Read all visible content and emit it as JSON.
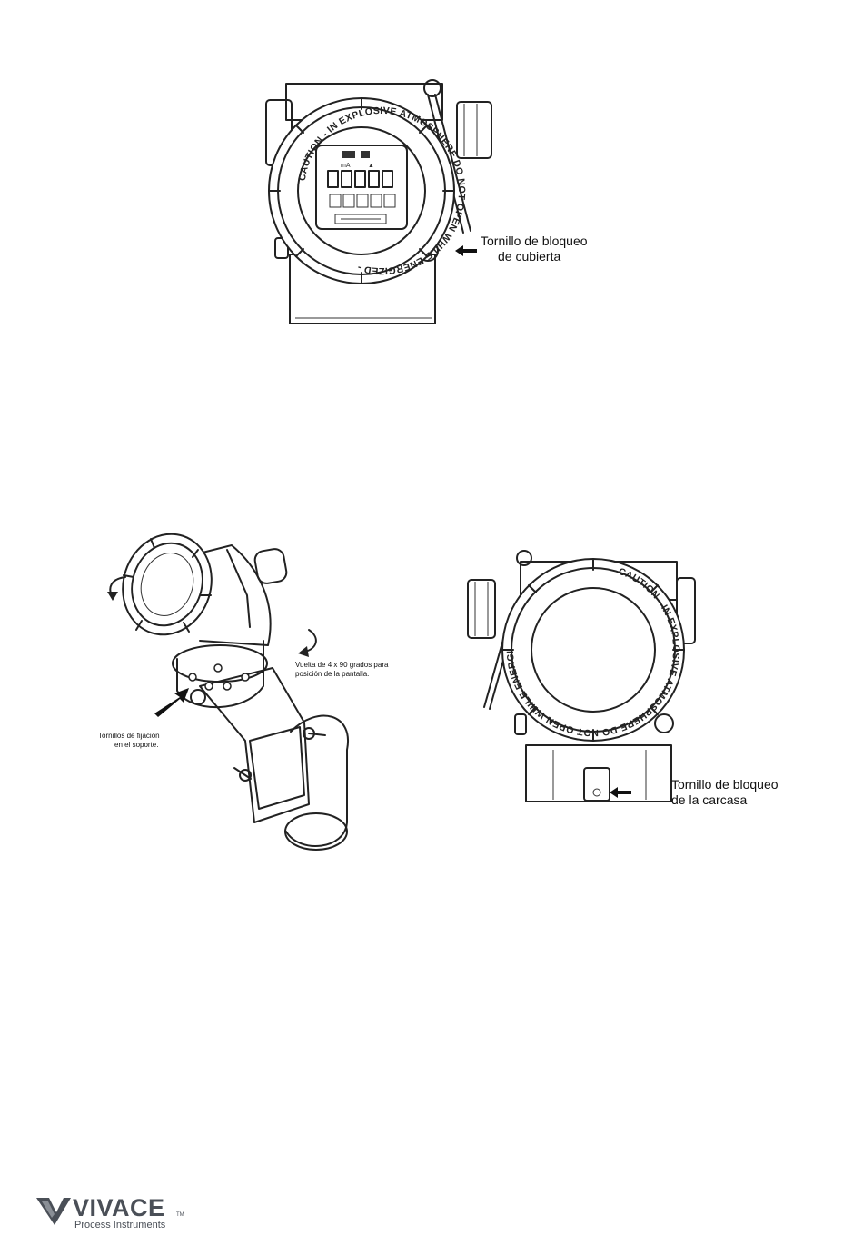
{
  "figure_top": {
    "caution_text": "CAUTION - IN EXPLOSIVE ATMOSPHERE DO NOT OPEN WHILE ENERGIZED -",
    "callout": {
      "line1": "Tornillo de bloqueo",
      "line2": "de cubierta"
    }
  },
  "figure_bottom_left": {
    "rotation_note": {
      "line1": "Vuelta de 4 x 90 grados para",
      "line2": "posición de la pantalla."
    },
    "bracket_note": {
      "line1": "Tornillos de fijación",
      "line2": "en el soporte."
    }
  },
  "figure_bottom_right": {
    "caution_text": "CAUTION - IN EXPLOSIVE ATMOSPHERE DO NOT OPEN WHILE ENERGIZED -",
    "callout": {
      "line1": "Tornillo de bloqueo",
      "line2": "de la carcasa"
    }
  },
  "footer": {
    "logo_name": "VIVACE",
    "logo_tm": "TM",
    "logo_tagline": "Process Instruments",
    "logo_color": "#4a4f57"
  }
}
